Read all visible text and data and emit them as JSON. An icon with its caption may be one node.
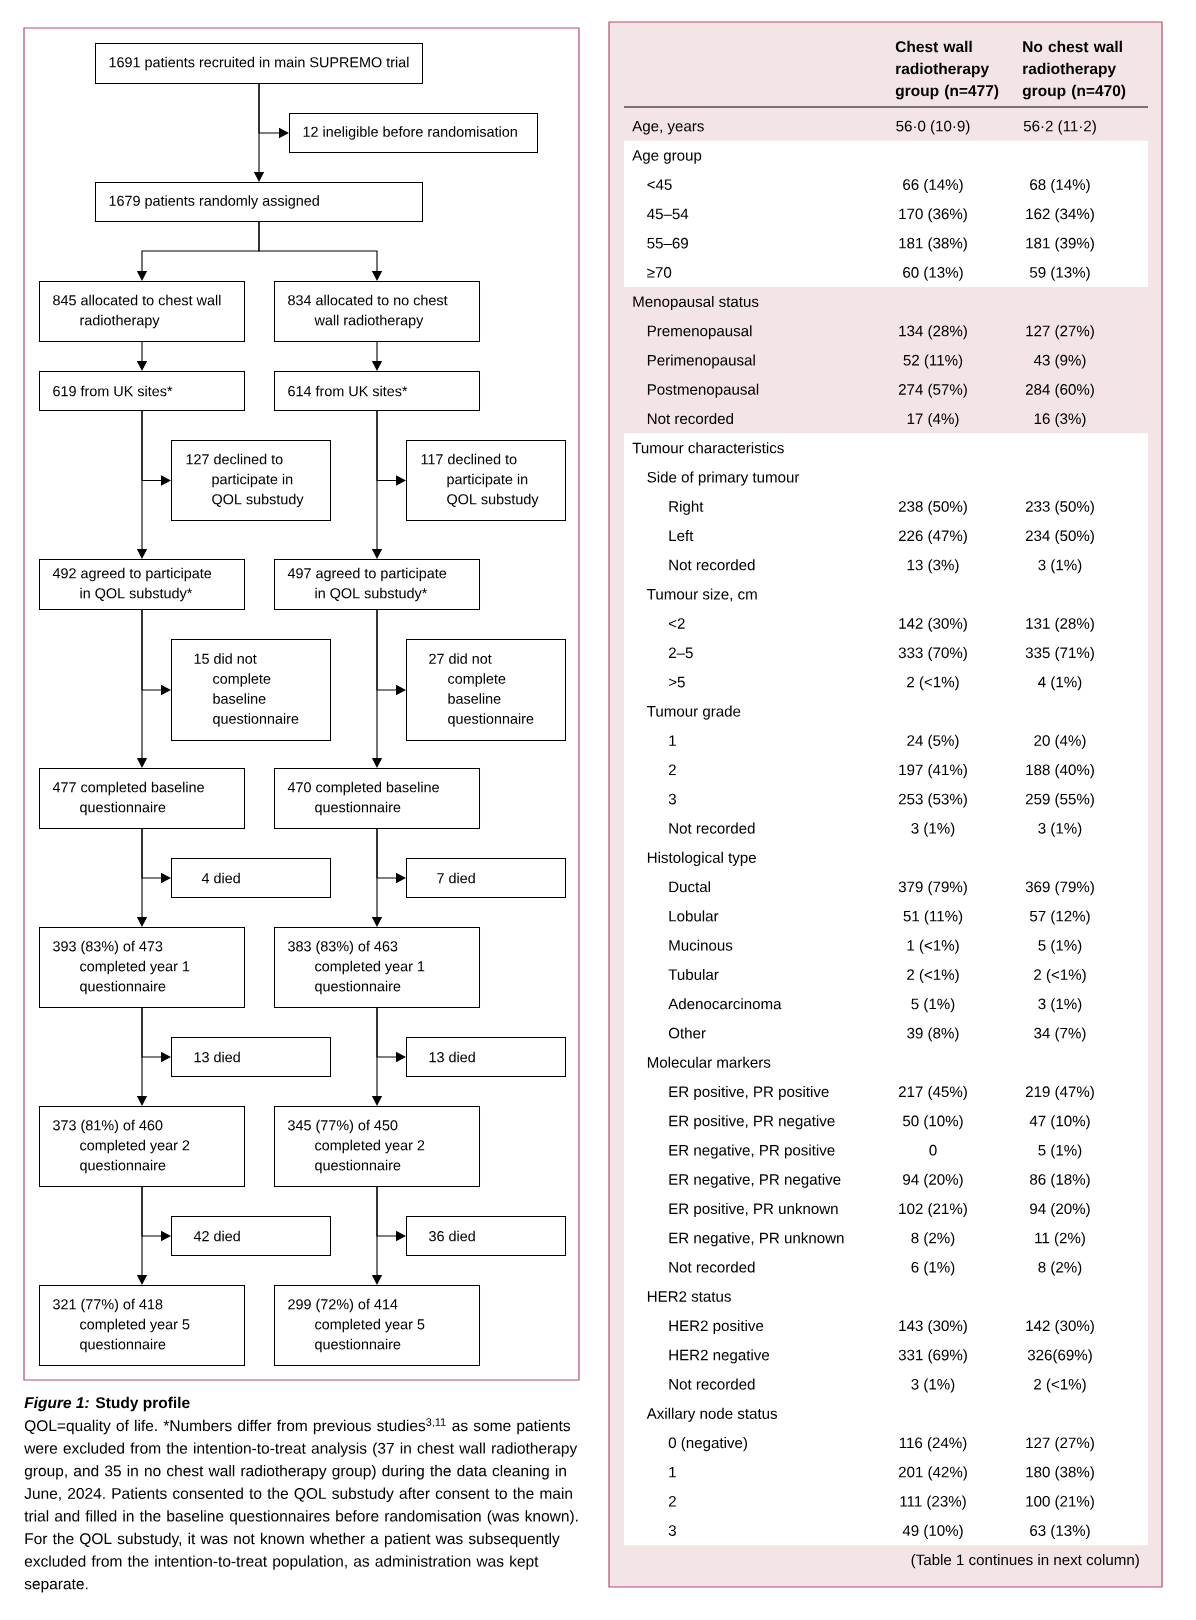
{
  "diagram": {
    "title": "*Figure 1:* Study profile",
    "caption": "QOL=quality of life. *Numbers differ from previous studies$^{3,11}$ as some patients were excluded from the intention-to-treat analysis (37 in chest wall radiotherapy group, and 35 in no chest wall radiotherapy group) during the data cleaning in June, 2024. Patients consented to the QOL substudy after consent to the main trial and filled in the baseline questionnaires before randomisation (was known). For the QOL substudy, it was not known whether a patient was subsequently excluded from the intention-to-treat population, as administration was kept separate.",
    "nodes": [
      {
        "text": [
          "1691 patients recruited in main SUPREMO trial"
        ]
      },
      {
        "text": [
          "12 ineligible before randomisation"
        ]
      },
      {
        "text": [
          "1679 patients randomly assigned"
        ]
      },
      {
        "text": [
          "845 allocated to chest wall radiotherapy"
        ]
      },
      {
        "text": [
          "834 allocated to no chest wall radiotherapy"
        ]
      },
      {
        "text": [
          "619 from UK sites*"
        ]
      },
      {
        "text": [
          "614 from UK sites*"
        ]
      },
      {
        "text": [
          "127 declined to participate in QOL substudy"
        ]
      },
      {
        "text": [
          "117 declined to participate in QOL substudy"
        ]
      },
      {
        "text": [
          "492 agreed to participate in QOL substudy*"
        ]
      },
      {
        "text": [
          "497 agreed to participate in QOL substudy*"
        ]
      },
      {
        "text": [
          "15 did not complete baseline questionnaire"
        ]
      },
      {
        "text": [
          "27 did not complete baseline questionnaire"
        ]
      },
      {
        "text": [
          "477 completed baseline questionnaire"
        ]
      },
      {
        "text": [
          "470 completed baseline questionnaire"
        ]
      },
      {
        "text": [
          "4 died"
        ]
      },
      {
        "text": [
          "7 died"
        ]
      },
      {
        "text": [
          "393 (83%) of 473 completed year 1 questionnaire"
        ]
      },
      {
        "text": [
          "383 (83%) of 463 completed year 1 questionnaire"
        ]
      },
      {
        "text": [
          "13 died"
        ]
      },
      {
        "text": [
          "13 died"
        ]
      },
      {
        "text": [
          "373 (81%) of 460 completed year 2 questionnaire"
        ]
      },
      {
        "text": [
          "345 (77%) of 450 completed year 2 questionnaire"
        ]
      },
      {
        "text": [
          "42 died"
        ]
      },
      {
        "text": [
          "36 died"
        ]
      },
      {
        "text": [
          "321 (77%) of 418 completed year 5 questionnaire"
        ]
      },
      {
        "text": [
          "299 (72%) of 414 completed year 5 questionnaire"
        ]
      }
    ],
    "edges": [
      {
        "from": 0,
        "to": 2,
        "arrow": "to"
      },
      {
        "from": 0,
        "to": 1,
        "arrow": "to"
      },
      {
        "from": 2,
        "to": 3,
        "arrow": "to"
      },
      {
        "from": 2,
        "to": 4,
        "arrow": "to"
      },
      {
        "from": 3,
        "to": 5,
        "arrow": "to"
      },
      {
        "from": 4,
        "to": 6,
        "arrow": "to"
      },
      {
        "from": 5,
        "to": 9,
        "arrow": "to"
      },
      {
        "from": 5,
        "to": 7,
        "arrow": "to"
      },
      {
        "from": 6,
        "to": 10,
        "arrow": "to"
      },
      {
        "from": 6,
        "to": 8,
        "arrow": "to"
      },
      {
        "from": 9,
        "to": 13,
        "arrow": "to"
      },
      {
        "from": 9,
        "to": 11,
        "arrow": "to"
      },
      {
        "from": 10,
        "to": 14,
        "arrow": "to"
      },
      {
        "from": 10,
        "to": 12,
        "arrow": "to"
      },
      {
        "from": 13,
        "to": 17,
        "arrow": "to"
      },
      {
        "from": 13,
        "to": 15,
        "arrow": "to"
      },
      {
        "from": 14,
        "to": 18,
        "arrow": "to"
      },
      {
        "from": 14,
        "to": 16,
        "arrow": "to"
      },
      {
        "from": 17,
        "to": 21,
        "arrow": "to"
      },
      {
        "from": 17,
        "to": 19,
        "arrow": "to"
      },
      {
        "from": 18,
        "to": 22,
        "arrow": "to"
      },
      {
        "from": 18,
        "to": 20,
        "arrow": "to"
      },
      {
        "from": 21,
        "to": 25,
        "arrow": "to"
      },
      {
        "from": 21,
        "to": 23,
        "arrow": "to"
      },
      {
        "from": 22,
        "to": 26,
        "arrow": "to"
      },
      {
        "from": 22,
        "to": 24,
        "arrow": "to"
      }
    ],
    "labels": [
      "Chest wall radiotherapy group (n=477)",
      "No chest wall radiotherapy group (n=470)",
      "Age, years",
      "56·0 (10·9)",
      "56·2 (11·2)",
      "Age group",
      "<45",
      "66 (14%)",
      "68 (14%)",
      "45–54",
      "170 (36%)",
      "162 (34%)",
      "55–69",
      "181 (38%)",
      "181 (39%)",
      "≥70",
      "60 (13%)",
      "59 (13%)",
      "Menopausal status",
      "Premenopausal",
      "134 (28%)",
      "127 (27%)",
      "Perimenopausal",
      "52 (11%)",
      "43 (9%)",
      "Postmenopausal",
      "274 (57%)",
      "284 (60%)",
      "Not recorded",
      "17 (4%)",
      "16 (3%)",
      "Tumour characteristics",
      "Side of primary tumour",
      "Right",
      "238 (50%)",
      "233 (50%)",
      "Left",
      "226 (47%)",
      "234 (50%)",
      "Not recorded",
      "13 (3%)",
      "3 (1%)",
      "Tumour size, cm",
      "<2",
      "142 (30%)",
      "131 (28%)",
      "2–5",
      "333 (70%)",
      "335 (71%)",
      ">5",
      "2 (<1%)",
      "4 (1%)",
      "Tumour grade",
      "1",
      "24 (5%)",
      "20 (4%)",
      "2",
      "197 (41%)",
      "188 (40%)",
      "3",
      "253 (53%)",
      "259 (55%)",
      "Not recorded",
      "3 (1%)",
      "3 (1%)",
      "Histological type",
      "Ductal",
      "379 (79%)",
      "369 (79%)",
      "Lobular",
      "51 (11%)",
      "57 (12%)",
      "Mucinous",
      "1 (<1%)",
      "5 (1%)",
      "Tubular",
      "2 (<1%)",
      "2 (<1%)",
      "Adenocarcinoma",
      "5 (1%)",
      "3 (1%)",
      "Other",
      "39 (8%)",
      "34 (7%)",
      "Molecular markers",
      "ER positive, PR positive",
      "217 (45%)",
      "219 (47%)",
      "ER positive, PR negative",
      "50 (10%)",
      "47 (10%)",
      "ER negative, PR positive",
      "0",
      "5 (1%)",
      "ER negative, PR negative",
      "94 (20%)",
      "86 (18%)",
      "ER positive, PR unknown",
      "102 (21%)",
      "94 (20%)",
      "ER negative, PR unknown",
      "8 (2%)",
      "11 (2%)",
      "Not recorded",
      "6 (1%)",
      "8 (2%)",
      "HER2 status",
      "HER2 positive",
      "143 (30%)",
      "142 (30%)",
      "HER2 negative",
      "331 (69%)",
      "326(69%)",
      "Not recorded",
      "3 (1%)",
      "2 (<1%)",
      "Axillary node status",
      "0 (negative)",
      "116 (24%)",
      "127 (27%)",
      "1",
      "201 (42%)",
      "180 (38%)",
      "2",
      "111 (23%)",
      "100 (21%)",
      "3",
      "49 (10%)",
      "63 (13%)",
      "(Table 1 continues in next column)"
    ]
  }
}
